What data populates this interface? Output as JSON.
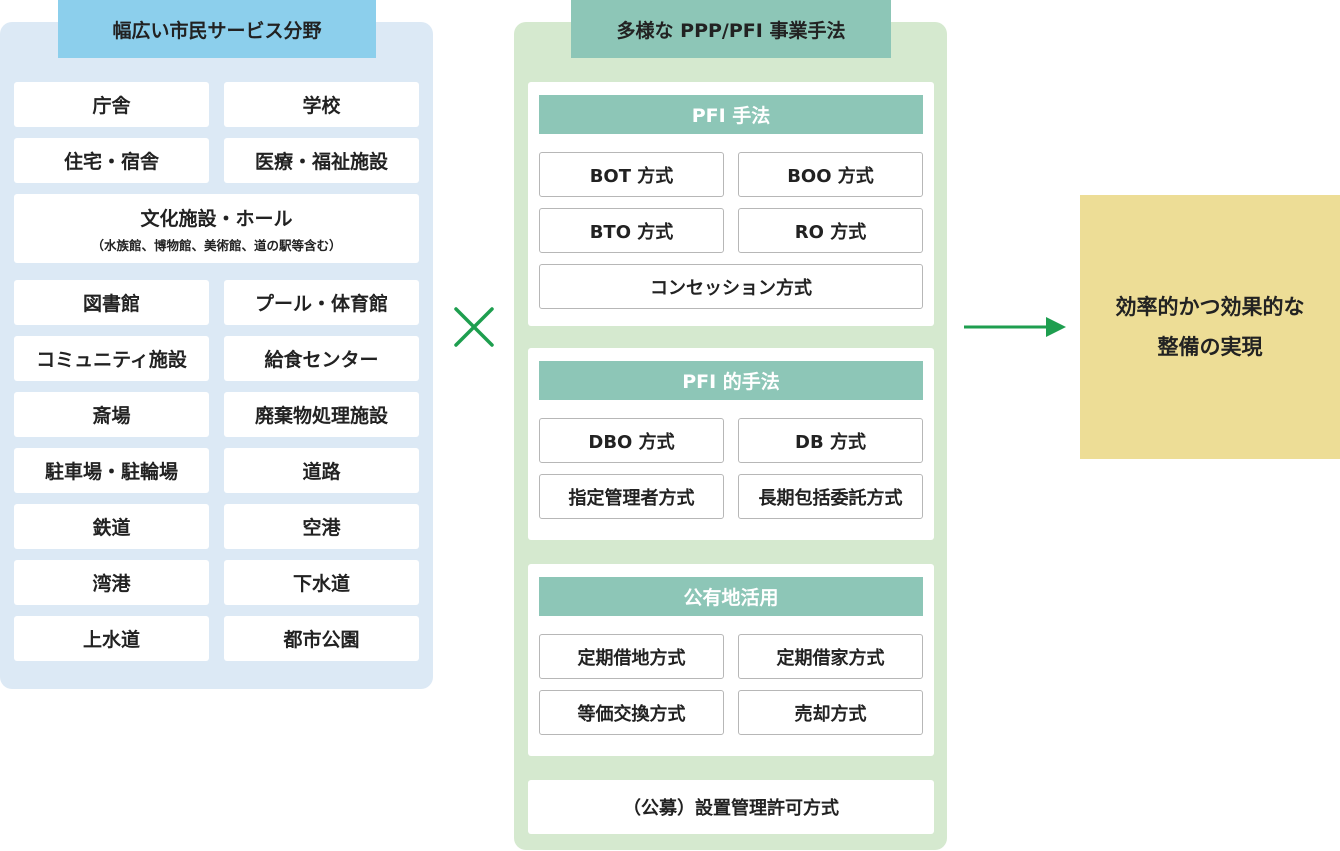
{
  "services": {
    "title": "幅広い市民サービス分野",
    "items": [
      "庁舎",
      "学校",
      "住宅・宿舎",
      "医療・福祉施設"
    ],
    "culture": {
      "label": "文化施設・ホール",
      "sub": "（水族館、博物館、美術館、道の駅等含む）"
    },
    "items2": [
      "図書館",
      "プール・体育館",
      "コミュニティ施設",
      "給食センター",
      "斎場",
      "廃棄物処理施設",
      "駐車場・駐輪場",
      "道路",
      "鉄道",
      "空港",
      "湾港",
      "下水道",
      "上水道",
      "都市公園"
    ]
  },
  "methods": {
    "title": "多様な PPP/PFI 事業手法",
    "pfi": {
      "heading": "PFI 手法",
      "items": [
        "BOT 方式",
        "BOO 方式",
        "BTO 方式",
        "RO 方式"
      ],
      "wide": "コンセッション方式"
    },
    "pfi_like": {
      "heading": "PFI 的手法",
      "items": [
        "DBO 方式",
        "DB 方式",
        "指定管理者方式",
        "長期包括委託方式"
      ]
    },
    "public_land": {
      "heading": "公有地活用",
      "items": [
        "定期借地方式",
        "定期借家方式",
        "等価交換方式",
        "売却方式"
      ]
    },
    "park": "（公募）設置管理許可方式"
  },
  "result": {
    "line1": "効率的かつ効果的な",
    "line2": "整備の実現"
  },
  "colors": {
    "cross": "#1e9e4f",
    "arrow": "#1e9e4f"
  }
}
